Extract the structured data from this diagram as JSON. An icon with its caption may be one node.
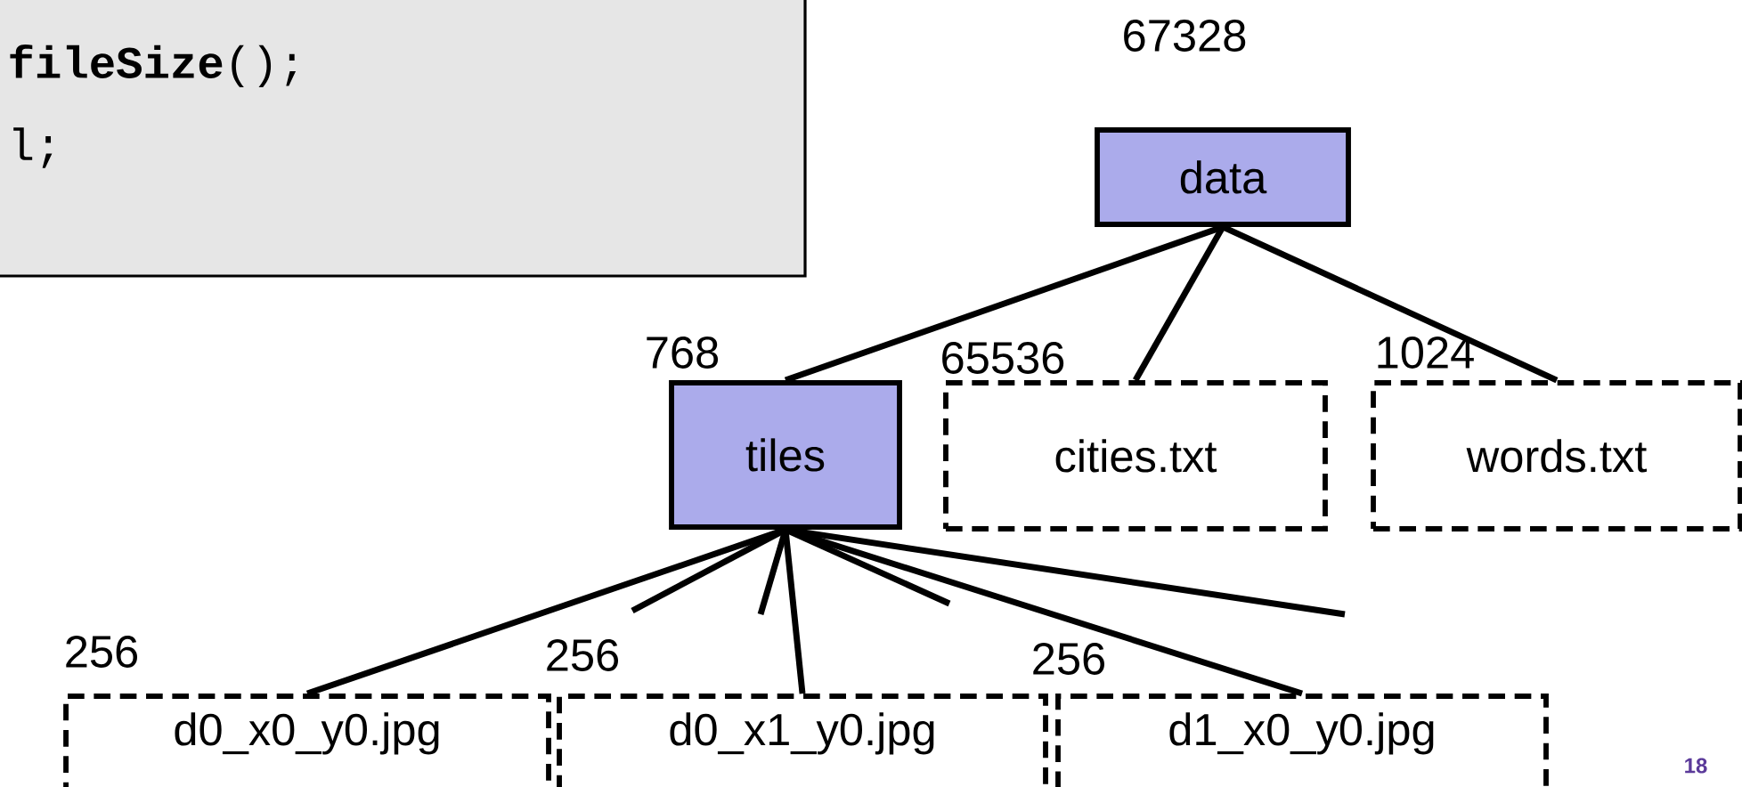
{
  "diagram": {
    "nodes": [
      {
        "text": [
          "data"
        ],
        "beside": [
          "67328"
        ]
      },
      {
        "text": [
          "tiles"
        ],
        "beside": [
          "768"
        ]
      },
      {
        "text": [
          "cities.txt"
        ],
        "beside": [
          "65536"
        ]
      },
      {
        "text": [
          "words.txt"
        ],
        "beside": [
          "1024"
        ]
      },
      {
        "text": [
          "d0_x0_y0.jpg"
        ],
        "beside": [
          "256"
        ]
      },
      {
        "text": [
          "d0_x1_y0.jpg"
        ],
        "beside": [
          "256"
        ]
      },
      {
        "text": [
          "d1_x0_y0.jpg"
        ],
        "beside": [
          "256"
        ]
      }
    ],
    "edges": [
      {
        "from": 0,
        "to": 1,
        "arrow": "none"
      },
      {
        "from": 0,
        "to": 2,
        "arrow": "none"
      },
      {
        "from": 0,
        "to": 3,
        "arrow": "none"
      },
      {
        "from": 1,
        "to": 4,
        "arrow": "none"
      },
      {
        "from": 1,
        "to": null,
        "arrow": "none"
      },
      {
        "from": 1,
        "to": null,
        "arrow": "none"
      },
      {
        "from": 1,
        "to": 5,
        "arrow": "none"
      },
      {
        "from": 1,
        "to": null,
        "arrow": "none"
      },
      {
        "from": 1,
        "to": 6,
        "arrow": "none"
      },
      {
        "from": 1,
        "to": null,
        "arrow": "none"
      }
    ],
    "labels": [
      "**fileSize**();",
      "l;",
      "18"
    ]
  }
}
